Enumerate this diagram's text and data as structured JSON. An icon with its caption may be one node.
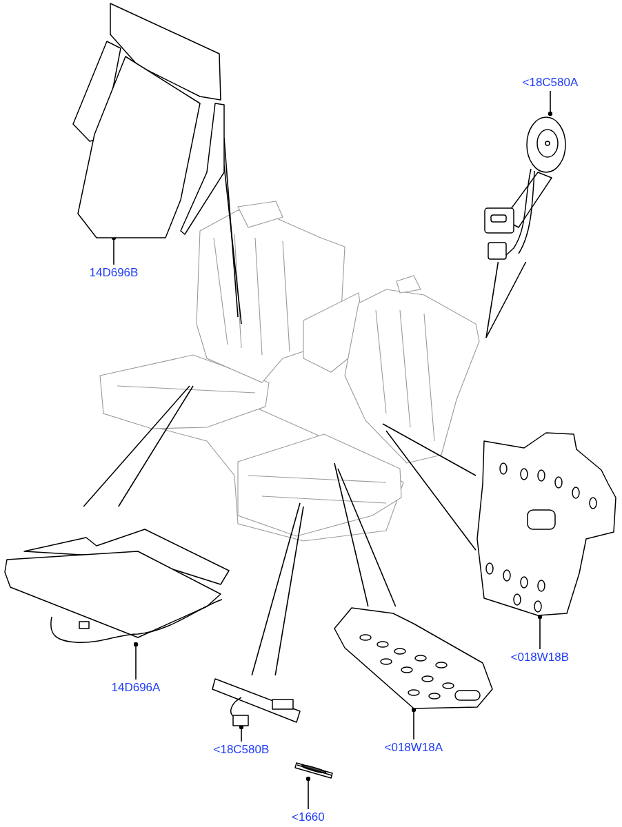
{
  "diagram": {
    "nodes": [
      {
        "text": [],
        "shape": "picture"
      },
      {
        "text": [
          "14D696B"
        ]
      },
      {
        "text": [],
        "shape": "picture"
      },
      {
        "text": [
          "<18C580A"
        ]
      },
      {
        "text": [],
        "shape": "picture"
      },
      {
        "text": [
          "<018W18B"
        ]
      },
      {
        "text": [],
        "shape": "picture"
      },
      {
        "text": [
          "14D696A"
        ]
      },
      {
        "text": [],
        "shape": "picture"
      },
      {
        "text": [
          "<018W18A"
        ]
      },
      {
        "text": [],
        "shape": "picture"
      },
      {
        "text": [
          "<18C580B"
        ]
      },
      {
        "text": [],
        "shape": "picture"
      },
      {
        "text": [
          "<1660"
        ]
      }
    ],
    "edges": [
      {
        "from": 1,
        "to": 0,
        "arrow": "other"
      },
      {
        "from": 3,
        "to": 2,
        "arrow": "other"
      },
      {
        "from": 5,
        "to": 4,
        "arrow": "other"
      },
      {
        "from": 7,
        "to": 6,
        "arrow": "other"
      },
      {
        "from": 9,
        "to": 8,
        "arrow": "other"
      },
      {
        "from": 11,
        "to": 10,
        "arrow": "other"
      },
      {
        "from": 13,
        "to": 12,
        "arrow": "other"
      },
      {
        "from": 0,
        "to": null,
        "arrow": "none"
      },
      {
        "from": 0,
        "to": null,
        "arrow": "none"
      },
      {
        "from": 2,
        "to": null,
        "arrow": "none"
      },
      {
        "from": 2,
        "to": null,
        "arrow": "none"
      },
      {
        "from": 4,
        "to": null,
        "arrow": "none"
      },
      {
        "from": 4,
        "to": null,
        "arrow": "none"
      },
      {
        "from": 6,
        "to": null,
        "arrow": "none"
      },
      {
        "from": 6,
        "to": null,
        "arrow": "none"
      },
      {
        "from": 8,
        "to": null,
        "arrow": "none"
      },
      {
        "from": 8,
        "to": null,
        "arrow": "none"
      },
      {
        "from": 10,
        "to": null,
        "arrow": "none"
      },
      {
        "from": 10,
        "to": null,
        "arrow": "none"
      }
    ]
  }
}
